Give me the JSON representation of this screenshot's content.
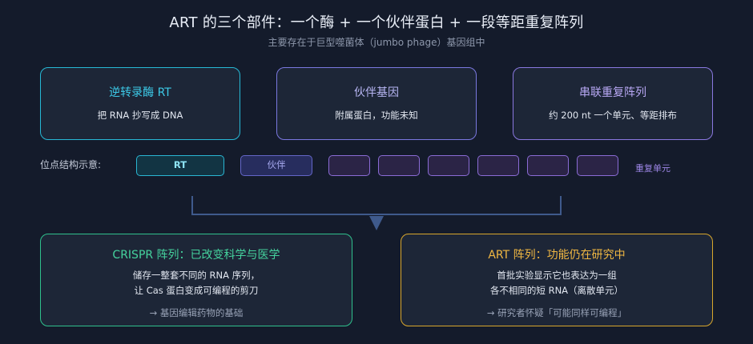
{
  "header": {
    "title": "ART 的三个部件：一个酶 + 一个伙伴蛋白 + 一段等距重复阵列",
    "subtitle": "主要存在于巨型噬菌体（jumbo phage）基因组中"
  },
  "components": [
    {
      "title": "逆转录酶 RT",
      "desc": "把 RNA 抄写成 DNA",
      "color": "#27b9d6"
    },
    {
      "title": "伙伴基因",
      "desc": "附属蛋白，功能未知",
      "color": "#7b78e0"
    },
    {
      "title": "串联重复阵列",
      "desc": "约 200 nt 一个单元、等距排布",
      "color": "#8a78e0"
    }
  ],
  "locus": {
    "label": "位点结构示意:",
    "rt_label": "RT",
    "partner_label": "伙伴",
    "repeat_count": 6,
    "repeat_label": "重复单元"
  },
  "outcomes": [
    {
      "title": "CRISPR 阵列：已改变科学与医学",
      "lines": [
        "储存一整套不同的 RNA 序列，",
        "让 Cas 蛋白变成可编程的剪刀"
      ],
      "note": "→ 基因编辑药物的基础",
      "color": "#2fc18d"
    },
    {
      "title": "ART 阵列：功能仍在研究中",
      "lines": [
        "首批实验显示它也表达为一组",
        "各不相同的短 RNA（离散单元）"
      ],
      "note": "→ 研究者怀疑「可能同样可编程」",
      "color": "#d9a72c"
    }
  ]
}
